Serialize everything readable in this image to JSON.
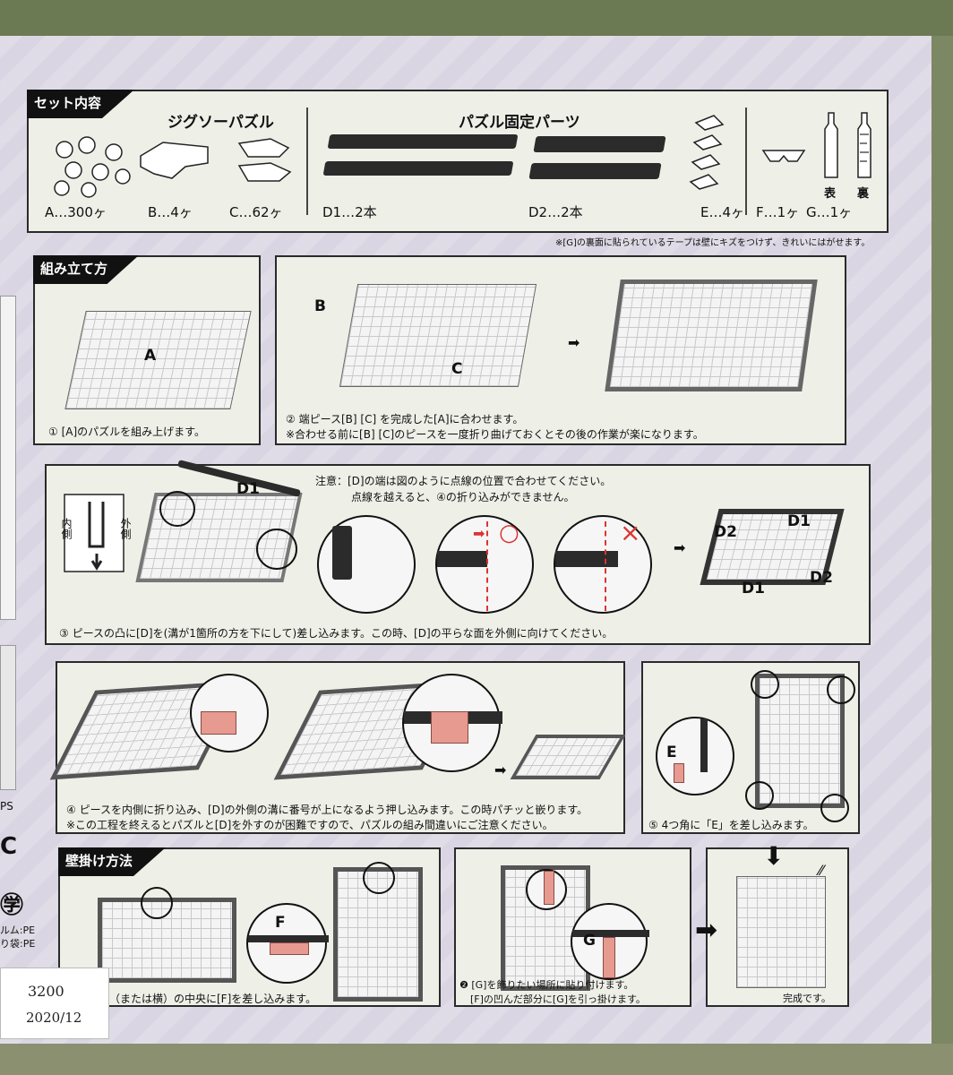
{
  "contents": {
    "tag": "セット内容",
    "jigsaw_heading": "ジグソーパズル",
    "fixing_heading": "パズル固定パーツ",
    "items": {
      "a": "A…300ヶ",
      "b": "B…4ヶ",
      "c": "C…62ヶ",
      "d1": "D1…2本",
      "d2": "D2…2本",
      "e": "E…4ヶ",
      "f": "F…1ヶ",
      "g": "G…1ヶ"
    },
    "front_label": "表",
    "back_label": "裏",
    "note": "※[G]の裏面に貼られているテープは壁にキズをつけず、きれいにはがせます。"
  },
  "assembly": {
    "tag": "組み立て方",
    "step1": {
      "label_a": "A",
      "caption": "① [A]のパズルを組み上げます。"
    },
    "step2": {
      "label_b": "B",
      "label_c": "C",
      "caption1": "② 端ピース[B] [C] を完成した[A]に合わせます。",
      "caption2": "※合わせる前に[B] [C]のピースを一度折り曲げておくとその後の作業が楽になります。"
    },
    "step3": {
      "label_d1": "D1",
      "inner": "内側",
      "outer": "外側",
      "note1": "注意：[D]の端は図のように点線の位置で合わせてください。",
      "note2": "点線を越えると、④の折り込みができません。",
      "ok_mark": "○",
      "ng_mark": "×",
      "d1_top": "D1",
      "d2_left": "D2",
      "d1_bottom": "D1",
      "d2_right": "D2",
      "caption": "③ ピースの凸に[D]を(溝が1箇所の方を下にして)差し込みます。この時、[D]の平らな面を外側に向けてください。"
    },
    "step4": {
      "caption1": "④ ピースを内側に折り込み、[D]の外側の溝に番号が上になるよう押し込みます。この時パチッと嵌ります。",
      "caption2": "※この工程を終えるとパズルと[D]を外すのが困難ですので、パズルの組み間違いにご注意ください。"
    },
    "step5": {
      "label_e": "E",
      "caption": "⑤ 4つ角に「E」を差し込みます。"
    }
  },
  "hanging": {
    "tag": "壁掛け方法",
    "label_f": "F",
    "caption1": "（または横）の中央に[F]を差し込みます。",
    "label_g": "G",
    "caption2a": "❷ [G]を飾りたい場所に貼り付けます。",
    "caption2b": "[F]の凹んだ部分に[G]を引っ掛けます。",
    "done": "完成です。"
  },
  "left_edge": {
    "ps": "PS",
    "c": "C",
    "film": "ルム:PE",
    "bag": "り袋:PE"
  },
  "sticker": {
    "price": "3200",
    "date": "2020/12"
  }
}
